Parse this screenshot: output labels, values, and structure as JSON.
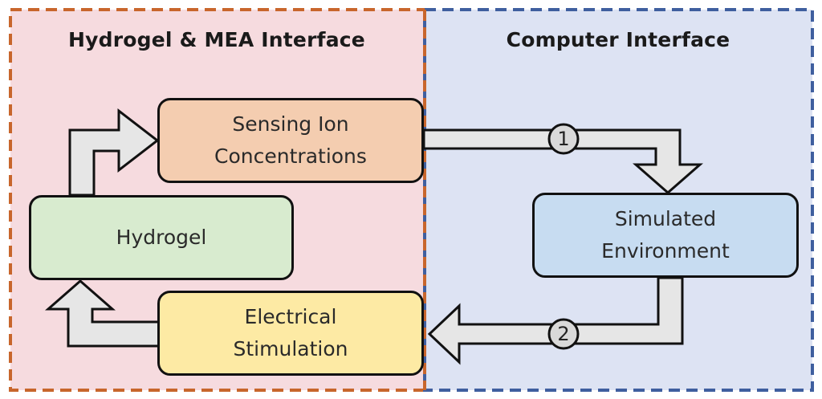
{
  "panels": {
    "left": {
      "title": "Hydrogel & MEA Interface",
      "fill": "#f6dbdf",
      "border": "#c8662c"
    },
    "right": {
      "title": "Computer Interface",
      "fill": "#dde3f3",
      "border": "#3f5f9f"
    }
  },
  "nodes": {
    "sensing": {
      "lines": [
        "Sensing Ion",
        "Concentrations"
      ],
      "fill": "#f4cdb0"
    },
    "hydrogel": {
      "lines": [
        "Hydrogel"
      ],
      "fill": "#d8ebcf"
    },
    "stimulation": {
      "lines": [
        "Electrical",
        "Stimulation"
      ],
      "fill": "#fdeaa4"
    },
    "simulated": {
      "lines": [
        "Simulated",
        "Environment"
      ],
      "fill": "#c7dcf1"
    }
  },
  "connections": {
    "sensing_to_simulated": {
      "step": "1"
    },
    "simulated_to_stimulation": {
      "step": "2"
    },
    "stimulation_to_hydrogel": {},
    "hydrogel_to_sensing": {}
  },
  "colors": {
    "arrow_fill": "#e6e6e6",
    "stroke": "#111111"
  }
}
